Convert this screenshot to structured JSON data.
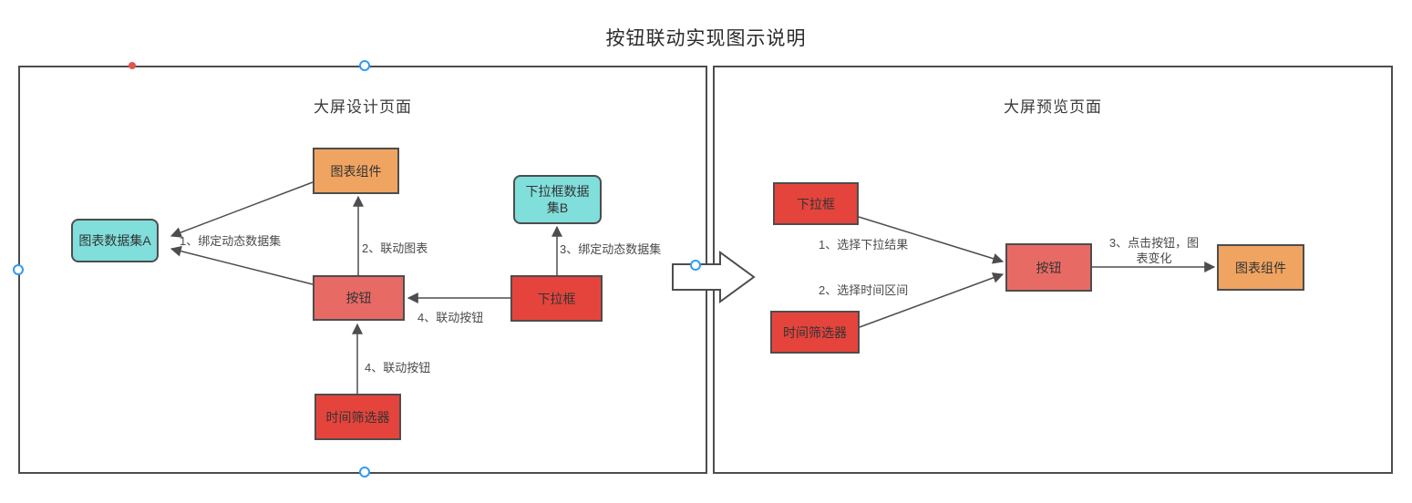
{
  "title": "按钮联动实现图示说明",
  "design": {
    "title": "大屏设计页面",
    "nodes": {
      "chart_component": "图表组件",
      "chart_dataset_a": "图表数据集A",
      "button": "按钮",
      "dropdown_dataset_b": "下拉框数据集B",
      "dropdown": "下拉框",
      "time_filter": "时间筛选器"
    },
    "edges": {
      "bind_dataset": "1、绑定动态数据集",
      "link_chart": "2、联动图表",
      "bind_dataset_b": "3、绑定动态数据集",
      "link_button_dropdown": "4、联动按钮",
      "link_button_time": "4、联动按钮"
    }
  },
  "preview": {
    "title": "大屏预览页面",
    "nodes": {
      "dropdown": "下拉框",
      "time_filter": "时间筛选器",
      "button": "按钮",
      "chart_component": "图表组件"
    },
    "edges": {
      "select_dropdown": "1、选择下拉结果",
      "select_time": "2、选择时间区间",
      "click_button": "3、点击按钮，图表变化"
    }
  },
  "colors": {
    "orange": "#f0a461",
    "cyan": "#80dedb",
    "salmon": "#e86a65",
    "red": "#e5443c",
    "border": "#4d4d4d",
    "handle_blue": "#2f9bf4",
    "handle_red": "#e2574d"
  }
}
